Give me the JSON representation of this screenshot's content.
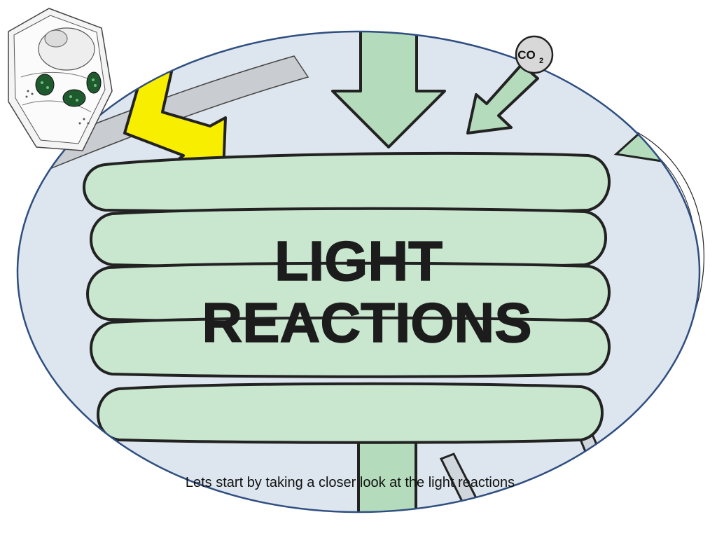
{
  "diagram": {
    "heading_line1": "LIGHT",
    "heading_line2": "REACTIONS",
    "co2_main": "CO",
    "co2_sub": "2"
  },
  "slide": {
    "caption": "Lets start by taking a closer look at the light reactions"
  },
  "colors": {
    "background_blue": "#dde6ee",
    "thylakoid_green": "#c9e6cf",
    "arrow_green": "#b4dcbc",
    "lightning_yellow": "#f7ee00",
    "ellipse_border": "#2f4e80",
    "chloroplast_dark": "#1f5a2e"
  },
  "icons": {
    "lightning": "lightning-bolt-icon",
    "cell": "plant-cell-icon"
  }
}
